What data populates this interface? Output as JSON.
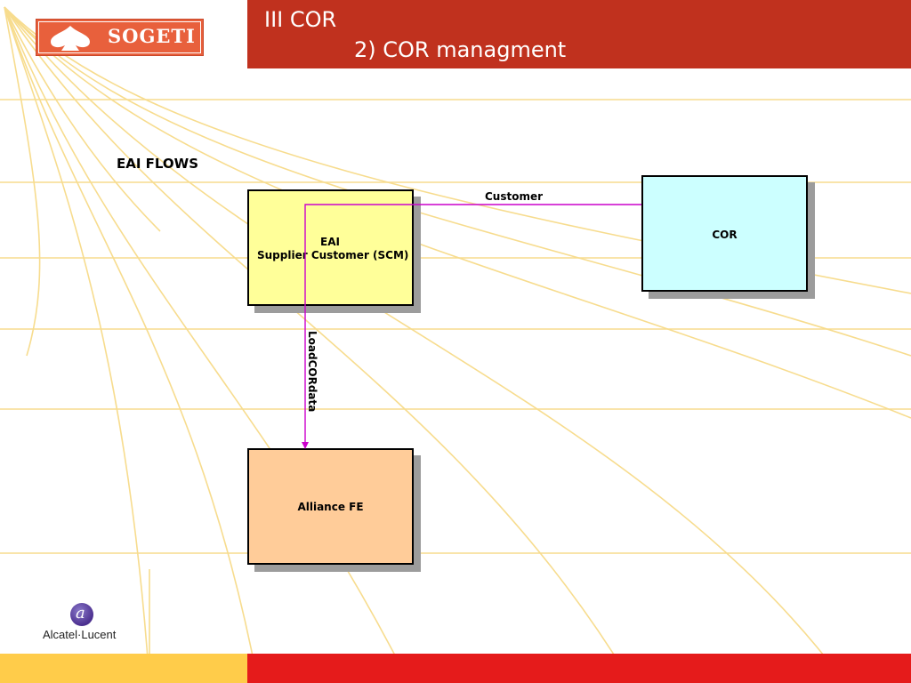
{
  "header": {
    "title_line1": "III COR",
    "title_line2": "2) COR managment",
    "bar_color": "#c0311e"
  },
  "logos": {
    "sogeti": "SOGETI",
    "vendor": "Alcatel·Lucent"
  },
  "diagram": {
    "heading": "EAI FLOWS",
    "nodes": {
      "eai": {
        "line1": "EAI",
        "line2": "Supplier Customer (SCM)",
        "fill": "#ffff99"
      },
      "cor": {
        "label": "COR",
        "fill": "#ccffff"
      },
      "alliance": {
        "label": "Alliance FE",
        "fill": "#ffcc99"
      }
    },
    "edges": {
      "customer": {
        "label": "Customer",
        "color": "#cc00cc"
      },
      "loadcordata": {
        "label": "LoadCORdata",
        "color": "#cc00cc"
      }
    }
  },
  "footer": {
    "left_color": "#ffcc4a",
    "right_color": "#e51b1b"
  }
}
